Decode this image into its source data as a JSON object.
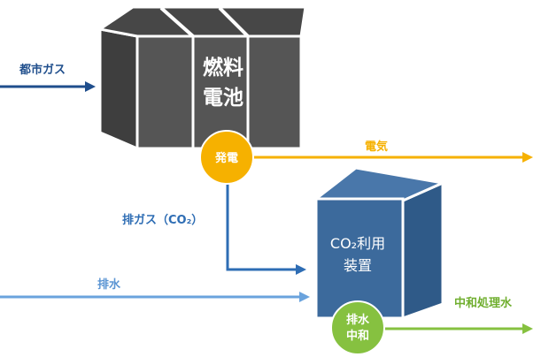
{
  "inputs": {
    "city_gas": "都市ガス",
    "drain_water": "排水"
  },
  "fuel_cell": {
    "line1": "燃料",
    "line2": "電池"
  },
  "power_node": {
    "label": "発電"
  },
  "outputs": {
    "electricity": "電気",
    "exhaust_gas": "排ガス（CO₂）",
    "treated_water": "中和処理水"
  },
  "co2_device": {
    "line1": "CO₂利用",
    "line2": "装置"
  },
  "neutralize_node": {
    "line1": "排水",
    "line2": "中和"
  },
  "colors": {
    "city_gas": "#1f4e8c",
    "exhaust": "#2e6db4",
    "drain": "#6aa3dd",
    "electricity": "#f6b100",
    "treated_water": "#86c140",
    "fuel_cell": "#505050",
    "co2_device": "#3c6a9c"
  }
}
